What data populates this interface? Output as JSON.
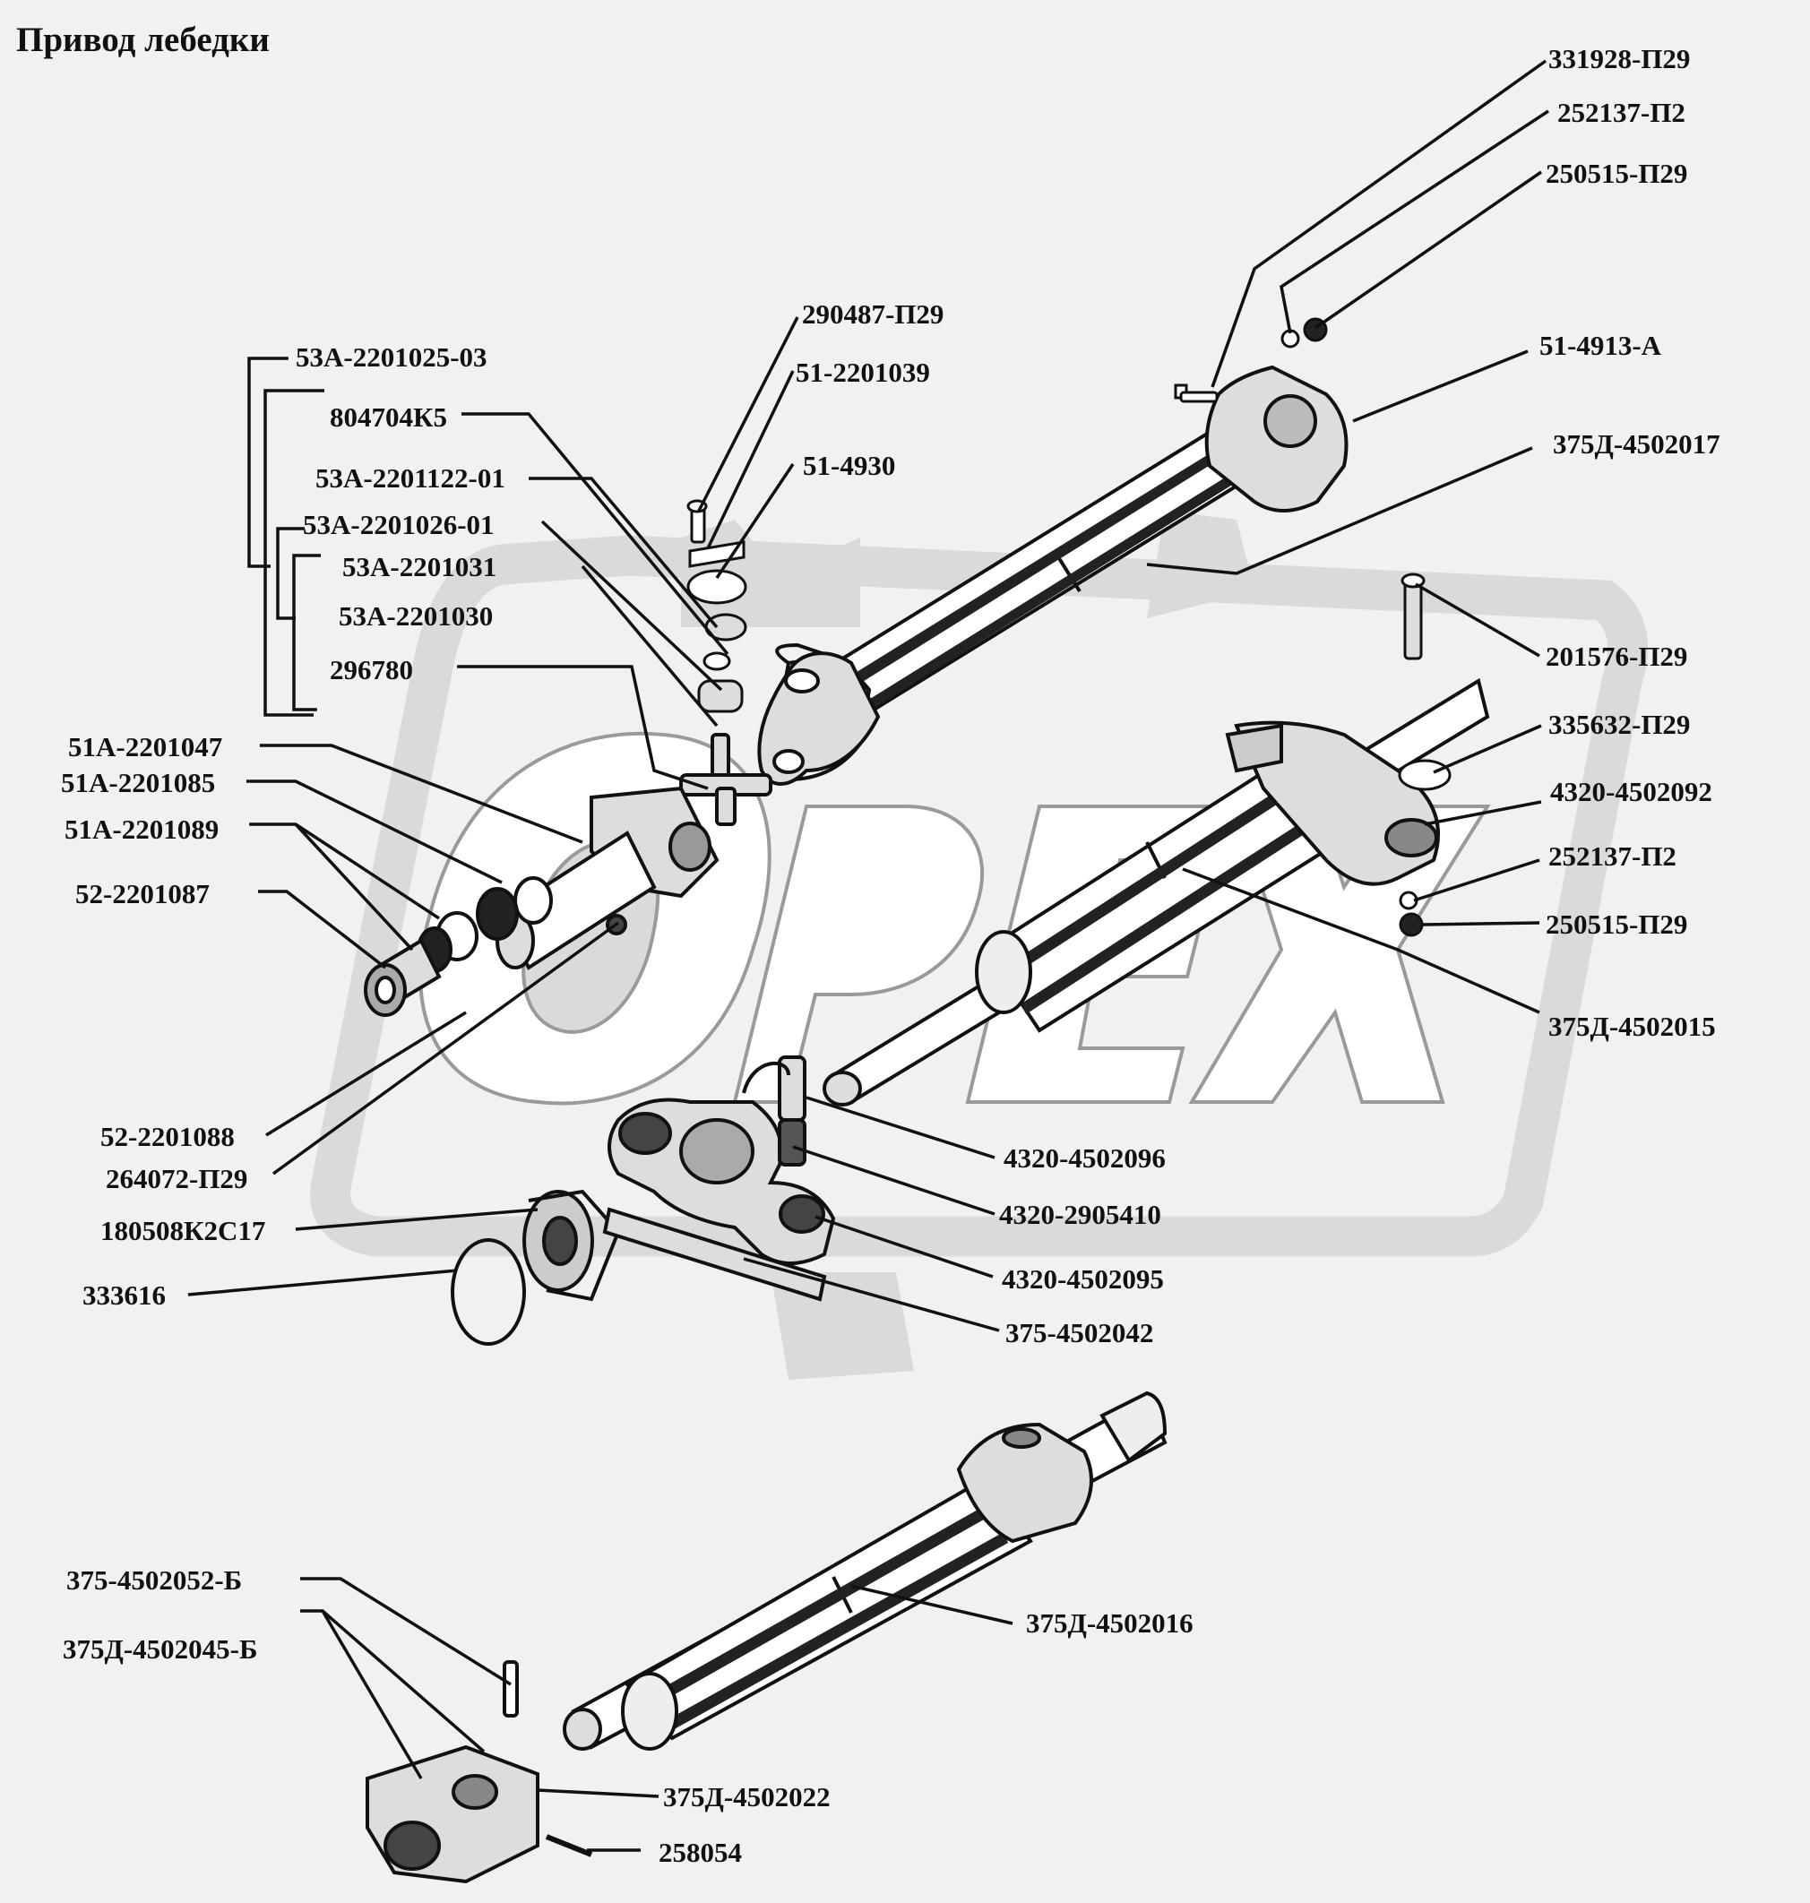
{
  "title": "Привод лебедки",
  "watermark": "OPEX",
  "colors": {
    "background": "#f1f1f1",
    "ink": "#111111",
    "watermark": "#d9d9d9"
  },
  "labels": {
    "p331928": "331928-П29",
    "p252137a": "252137-П2",
    "p250515a": "250515-П29",
    "p290487": "290487-П29",
    "p51_2201039": "51-2201039",
    "p53a_2201025": "53А-2201025-03",
    "p804704": "804704К5",
    "p51_4913": "51-4913-А",
    "p51_4930": "51-4930",
    "p53a_2201122": "53А-2201122-01",
    "p375d_4502017": "375Д-4502017",
    "p53a_2201026": "53А-2201026-01",
    "p53a_2201031": "53А-2201031",
    "p53a_2201030": "53А-2201030",
    "p201576": "201576-П29",
    "p296780": "296780",
    "p335632": "335632-П29",
    "p51a_2201047": "51А-2201047",
    "p4320_4502092": "4320-4502092",
    "p51a_2201085": "51А-2201085",
    "p51a_2201089": "51А-2201089",
    "p252137b": "252137-П2",
    "p52_2201087": "52-2201087",
    "p250515b": "250515-П29",
    "p375d_4502015": "375Д-4502015",
    "p52_2201088": "52-2201088",
    "p4320_4502096": "4320-4502096",
    "p264072": "264072-П29",
    "p4320_2905410": "4320-2905410",
    "p180508": "180508К2С17",
    "p4320_4502095": "4320-4502095",
    "p333616": "333616",
    "p375_4502042": "375-4502042",
    "p375d_4502016": "375Д-4502016",
    "p375_4502052": "375-4502052-Б",
    "p375d_4502045": "375Д-4502045-Б",
    "p375d_4502022": "375Д-4502022",
    "p258054": "258054"
  }
}
